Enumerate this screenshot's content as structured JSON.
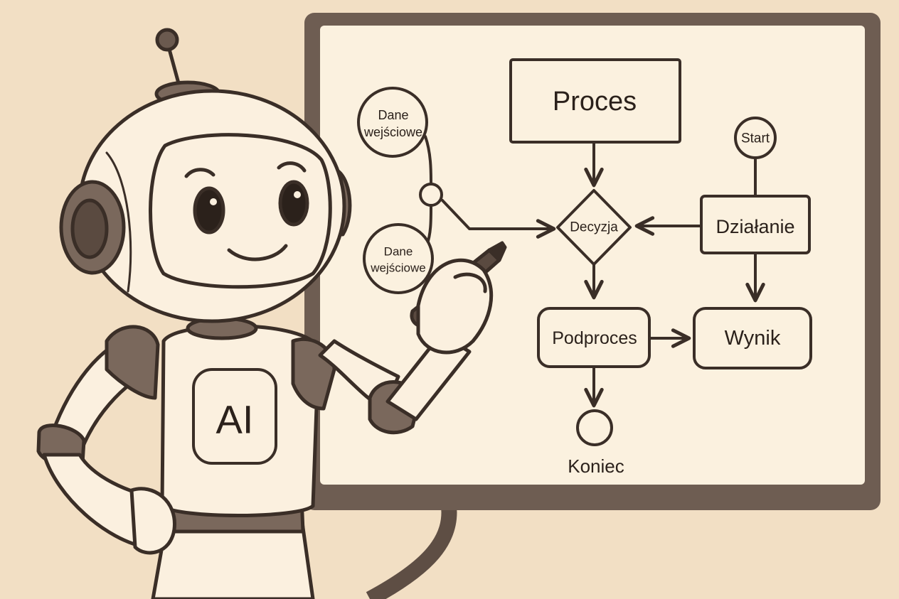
{
  "diagram": {
    "nodes": {
      "proces": "Proces",
      "start": "Start",
      "input_top": [
        "Dane",
        "wejściowe"
      ],
      "input_bottom": [
        "Dane",
        "wejściowe"
      ],
      "decision": "Decyzja",
      "action": "Działanie",
      "subprocess": "Podproces",
      "result": "Wynik",
      "end": "Koniec"
    },
    "edges": [
      {
        "from": "proces",
        "to": "decision"
      },
      {
        "from": "input_top",
        "to": "decision"
      },
      {
        "from": "input_bottom",
        "to": "decision"
      },
      {
        "from": "start",
        "to": "action"
      },
      {
        "from": "action",
        "to": "decision"
      },
      {
        "from": "action",
        "to": "result"
      },
      {
        "from": "decision",
        "to": "subprocess"
      },
      {
        "from": "subprocess",
        "to": "result"
      },
      {
        "from": "subprocess",
        "to": "end"
      }
    ]
  },
  "robot": {
    "chest_label": "AI"
  },
  "colors": {
    "background": "#f2dfc4",
    "board": "#fbf1df",
    "frame": "#6b5a4f",
    "ink": "#3a2e27",
    "robot_body": "#fbf0df",
    "robot_dark": "#6b5a4f"
  }
}
